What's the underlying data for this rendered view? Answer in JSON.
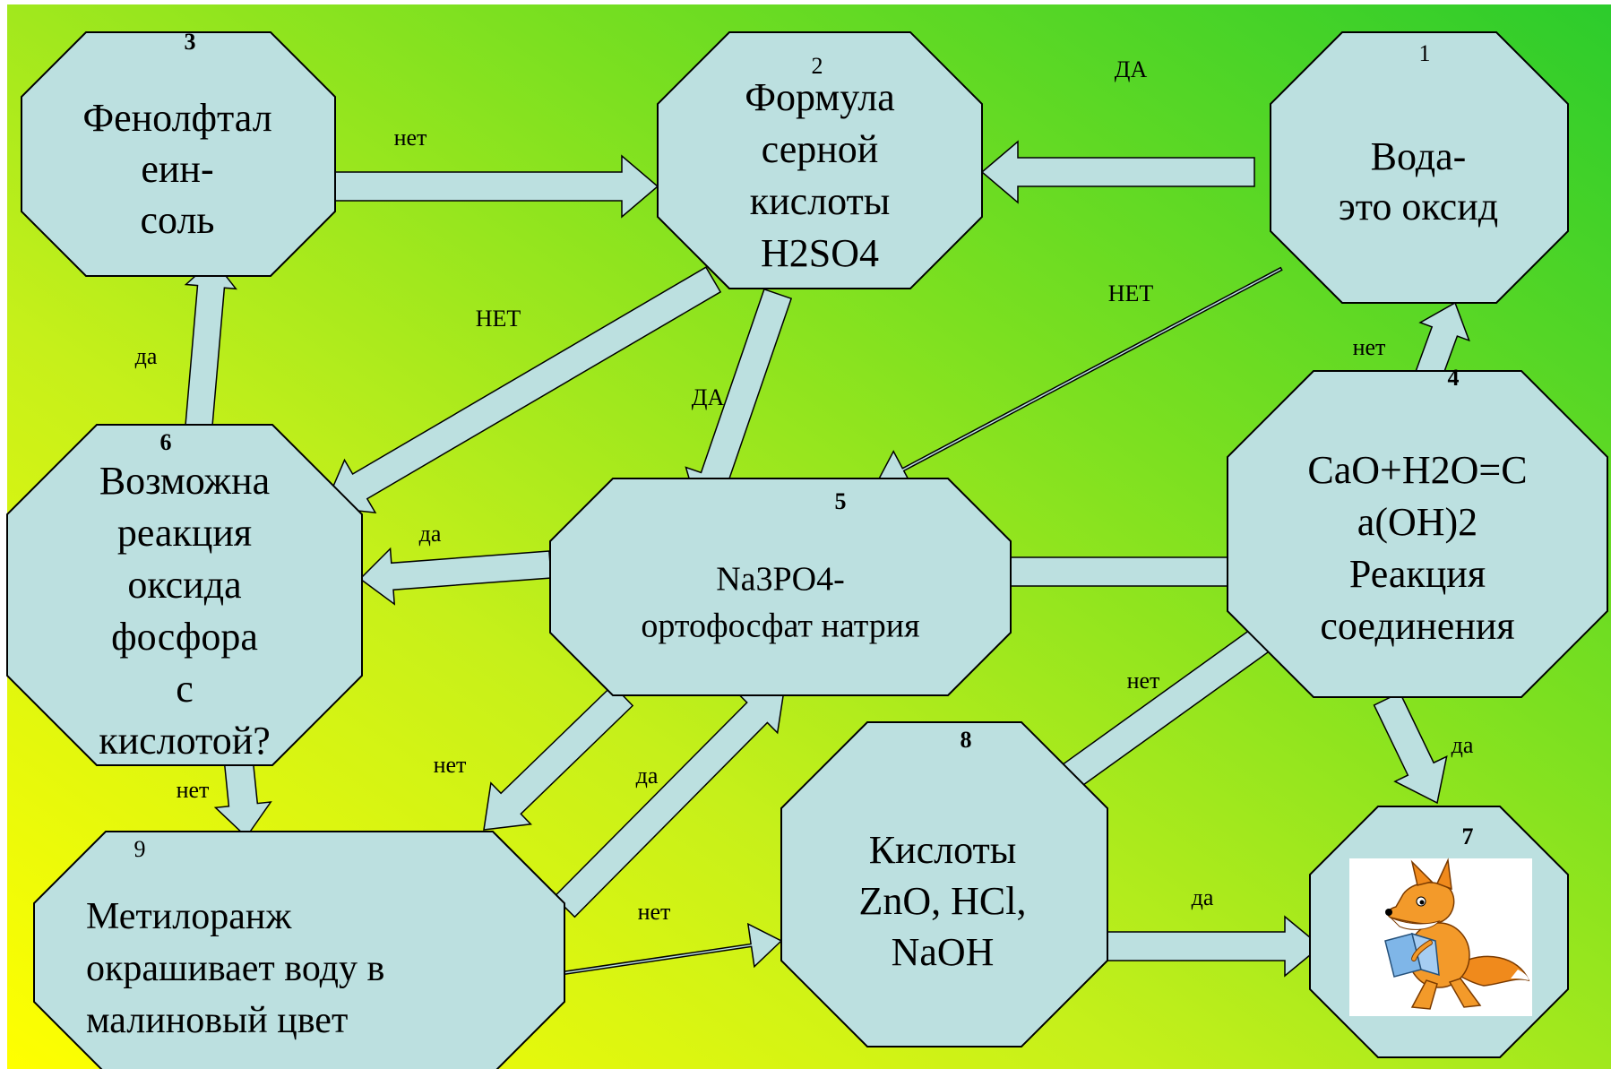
{
  "colors": {
    "gradient_stops": [
      "#ffff00",
      "#c6f01a",
      "#7ce020",
      "#2ccc2c"
    ],
    "node_fill": "#bce0e0",
    "node_stroke": "#000000",
    "arrow_fill": "#bce0e0",
    "arrow_stroke": "#000000",
    "text": "#000000"
  },
  "nodes": [
    {
      "id": "n1",
      "number": "1",
      "number_bold": false,
      "lines": [
        "Вода-",
        "это оксид"
      ]
    },
    {
      "id": "n2",
      "number": "2",
      "number_bold": false,
      "lines": [
        "Формула",
        "серной",
        "кислоты",
        "H2SO4"
      ]
    },
    {
      "id": "n3",
      "number": "3",
      "number_bold": true,
      "lines": [
        "Фенолфтал",
        "еин-",
        "соль"
      ]
    },
    {
      "id": "n4",
      "number": "4",
      "number_bold": true,
      "lines": [
        "CaO+H2O=C",
        "a(OH)2",
        "Реакция",
        "соединения"
      ]
    },
    {
      "id": "n5",
      "number": "5",
      "number_bold": true,
      "lines": [
        "Na3PO4-",
        "ортофосфат натрия"
      ]
    },
    {
      "id": "n6",
      "number": "6",
      "number_bold": true,
      "lines": [
        "Возможна",
        "реакция",
        "оксида",
        "фосфора",
        "с",
        "кислотой?"
      ]
    },
    {
      "id": "n7",
      "number": "7",
      "number_bold": true,
      "lines": [],
      "image_icon": "fox-reading-book-icon"
    },
    {
      "id": "n8",
      "number": "8",
      "number_bold": true,
      "lines": [
        "Кислоты",
        "ZnO, HCl,",
        "NaOH"
      ]
    },
    {
      "id": "n9",
      "number": "9",
      "number_bold": false,
      "lines": [
        "Метилоранж",
        "окрашивает воду в",
        "малиновый цвет"
      ]
    }
  ],
  "edges": [
    {
      "id": "e-3-2",
      "from": "n3",
      "to": "n2",
      "label": "нет"
    },
    {
      "id": "e-1-2",
      "from": "n1",
      "to": "n2",
      "label": "ДА"
    },
    {
      "id": "e-2-6",
      "from": "n2",
      "to": "n6",
      "label": "НЕТ"
    },
    {
      "id": "e-2-5",
      "from": "n2",
      "to": "n5",
      "label": "ДА"
    },
    {
      "id": "e-1-5",
      "from": "n1",
      "to": "n5",
      "label": "НЕТ"
    },
    {
      "id": "e-6-3",
      "from": "n6",
      "to": "n3",
      "label": "да"
    },
    {
      "id": "e-5-6",
      "from": "n5",
      "to": "n6",
      "label": "да"
    },
    {
      "id": "e-4-1",
      "from": "n4",
      "to": "n1",
      "label": "нет"
    },
    {
      "id": "e-5-4",
      "from": "n5",
      "to": "n4",
      "label": ""
    },
    {
      "id": "e-6-9",
      "from": "n6",
      "to": "n9",
      "label": "нет"
    },
    {
      "id": "e-5-9",
      "from": "n5",
      "to": "n9",
      "label": "нет"
    },
    {
      "id": "e-9-5",
      "from": "n9",
      "to": "n5",
      "label": "да"
    },
    {
      "id": "e-8-4",
      "from": "n8",
      "to": "n4",
      "label": "нет"
    },
    {
      "id": "e-4-7",
      "from": "n4",
      "to": "n7",
      "label": "да"
    },
    {
      "id": "e-9-8",
      "from": "n9",
      "to": "n8",
      "label": "нет"
    },
    {
      "id": "e-8-7",
      "from": "n8",
      "to": "n7",
      "label": "да"
    }
  ]
}
